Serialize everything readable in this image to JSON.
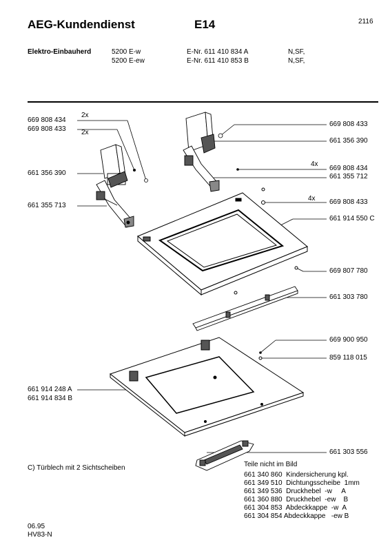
{
  "header": {
    "title": "AEG-Kundendienst",
    "model_code": "E14",
    "page_number": "2116",
    "product": "Elektro-Einbauherd",
    "variants": [
      {
        "type": "5200 E-w",
        "enr": "E-Nr. 611 410 834 A",
        "codes": "N,SF,"
      },
      {
        "type": "5200 E-ew",
        "enr": "E-Nr. 611 410 853 B",
        "codes": "N,SF,"
      }
    ]
  },
  "callouts": {
    "left": [
      {
        "part": "669 808 434",
        "qty": "2x"
      },
      {
        "part": "669 808 433",
        "qty": "2x"
      },
      {
        "part": "661 356 390",
        "qty": ""
      },
      {
        "part": "661 355 713",
        "qty": ""
      },
      {
        "part": "661 914 248 A",
        "qty": ""
      },
      {
        "part": "661 914 834 B",
        "qty": ""
      }
    ],
    "right": [
      {
        "part": "669 808 433",
        "qty": ""
      },
      {
        "part": "661 356 390",
        "qty": ""
      },
      {
        "part": "669 808 434",
        "qty": "4x"
      },
      {
        "part": "661 355 712",
        "qty": ""
      },
      {
        "part": "669 808 433",
        "qty": "4x"
      },
      {
        "part": "661 914 550 C",
        "qty": ""
      },
      {
        "part": "669 807 780",
        "qty": ""
      },
      {
        "part": "661 303 780",
        "qty": ""
      },
      {
        "part": "669 900 950",
        "qty": ""
      },
      {
        "part": "859 118 015",
        "qty": ""
      },
      {
        "part": "661 303 556",
        "qty": ""
      }
    ]
  },
  "caption": "C) Türblech mit 2 Sichtscheiben",
  "parts_not_shown": {
    "heading": "Teile nicht im Bild",
    "items": [
      "661 340 860  Kindersicherung kpl.",
      "661 349 510  Dichtungsscheibe  1mm",
      "661 349 536  Druckhebel  -w     A",
      "661 360 880  Druckhebel  -ew    B",
      "661 304 853  Abdeckkappe  -w  A",
      "661 304 854 Abdeckkappe   -ew B"
    ]
  },
  "footer": {
    "date": "06.95",
    "code": "HV83-N"
  }
}
